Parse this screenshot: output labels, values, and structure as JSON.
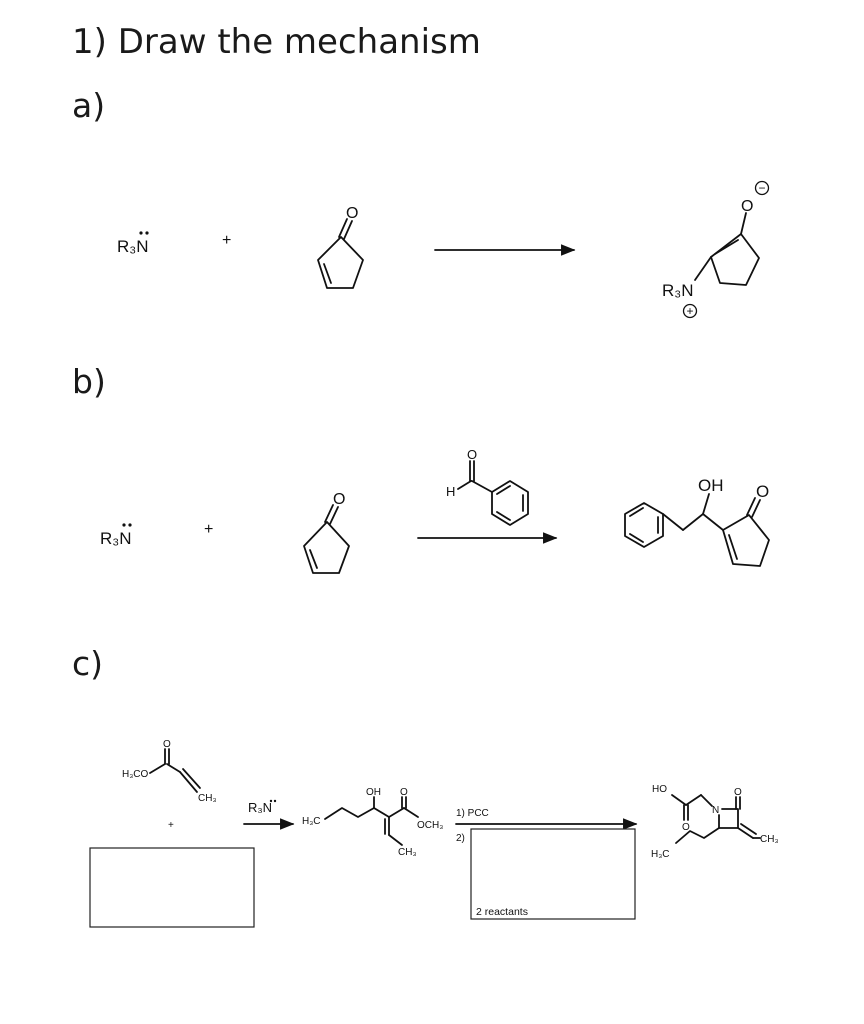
{
  "title": "1) Draw the mechanism",
  "parts": {
    "a": "a)",
    "b": "b)",
    "c": "c)"
  },
  "labels": {
    "amine": "R₃N",
    "plus": "+",
    "oxygen": "O",
    "oxide_charge": "−",
    "ammonium_charge": "+",
    "hydrogen": "H",
    "hydroxyl": "OH",
    "hydroxyl_ho": "HO",
    "methoxy_left": "H₃CO",
    "methyl": "CH₃",
    "methyl_left": "H₃C",
    "methoxy_right": "OCH₃",
    "nitrogen": "N",
    "step1": "1) PCC",
    "step2": "2)",
    "reactants_box": "2 reactants"
  }
}
